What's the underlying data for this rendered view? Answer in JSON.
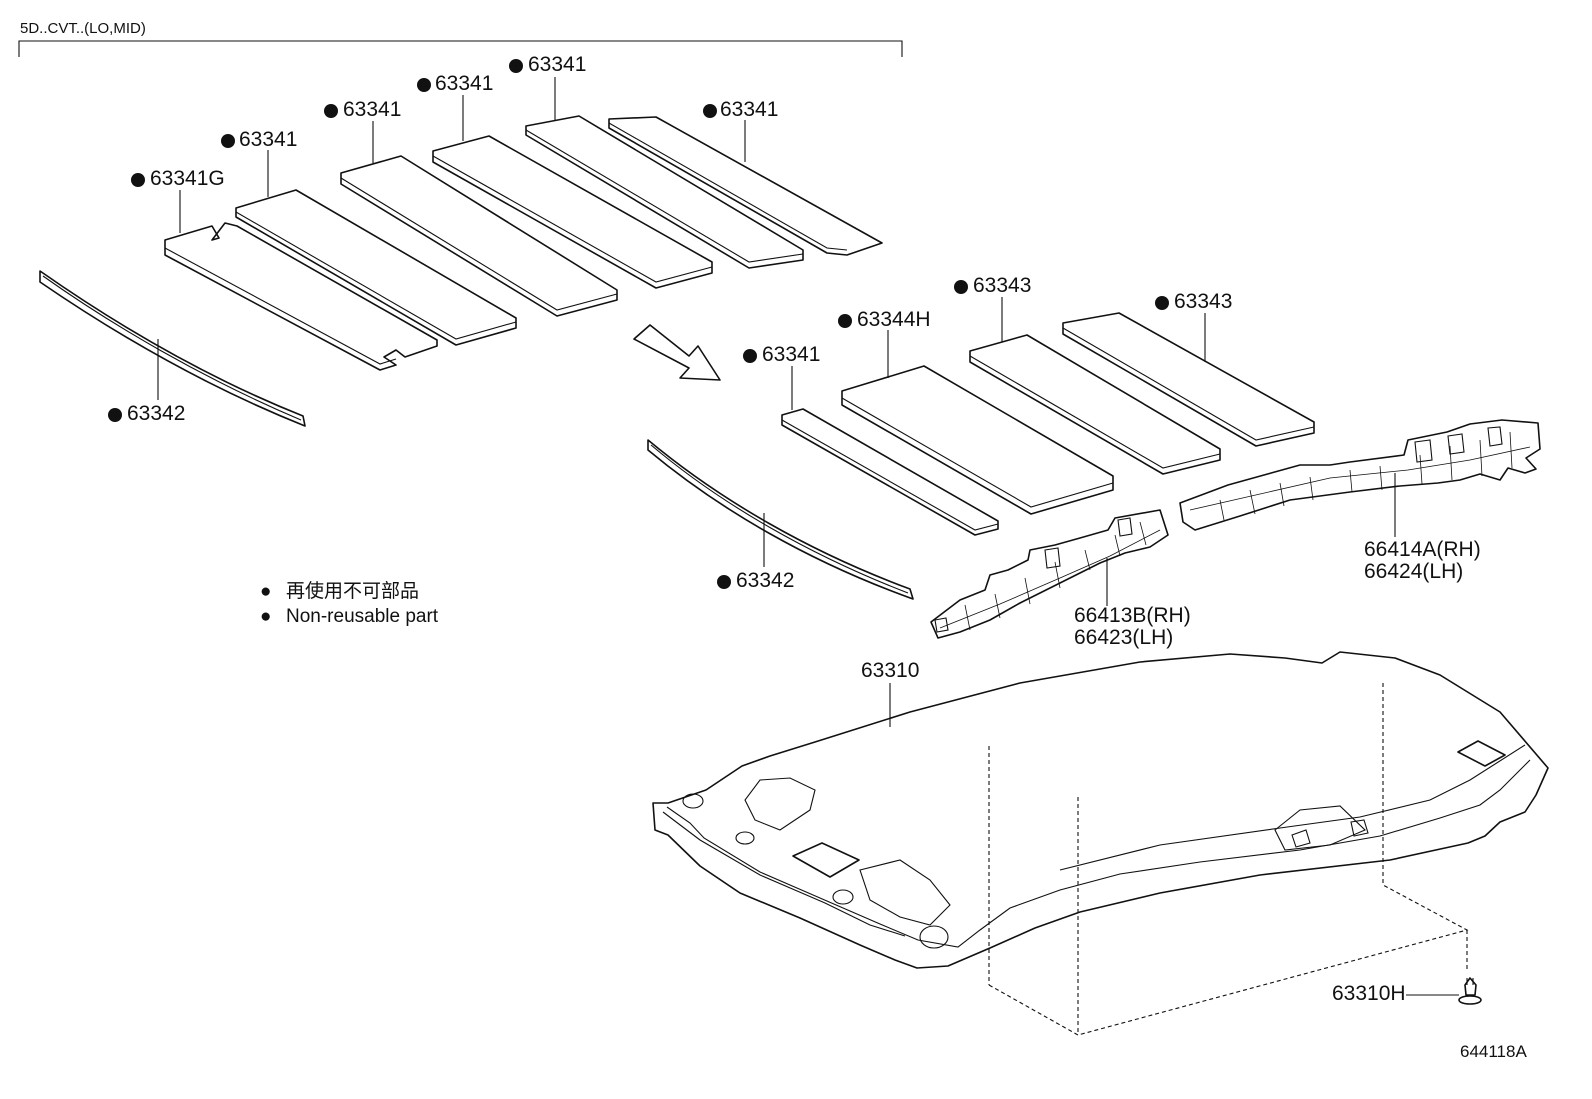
{
  "header": {
    "variant_label": "5D..CVT..(LO,MID)"
  },
  "legend": {
    "marker": "●",
    "line_jp": "再使用不可部品",
    "line_en": "Non-reusable part"
  },
  "callouts": {
    "c1": "63341",
    "c2": "63341",
    "c3": "63341",
    "c4": "63341",
    "c5": "63341",
    "c6": "63341G",
    "c7": "63342",
    "c8": "63343",
    "c9": "63344H",
    "c10": "63343",
    "c11": "63341",
    "c12": "63342",
    "c13a": "66414A(RH)",
    "c13b": "66424(LH)",
    "c14a": "66413B(RH)",
    "c14b": "66423(LH)",
    "c15": "63310",
    "c16": "63310H"
  },
  "reference_number": "644118A"
}
